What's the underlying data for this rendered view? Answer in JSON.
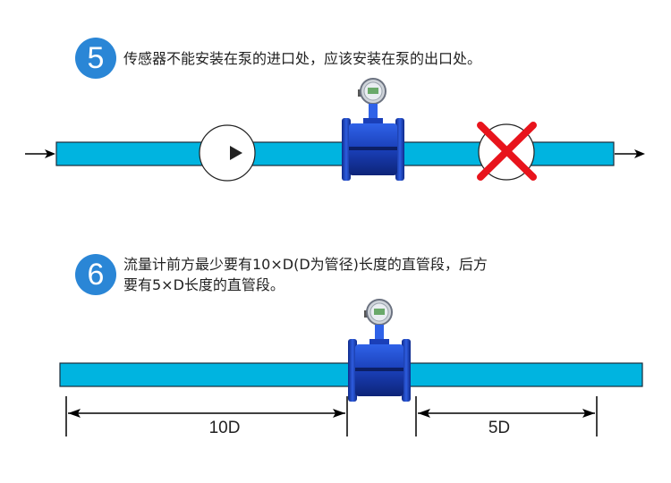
{
  "steps": [
    {
      "number": "5",
      "text": "传感器不能安装在泵的进口处，应该安装在泵的出口处。"
    },
    {
      "number": "6",
      "text": "流量计前方最少要有10×D(D为管径)长度的直管段，后方\n要有5×D长度的直管段。"
    }
  ],
  "dimensions": {
    "upstream": "10D",
    "downstream": "5D"
  },
  "colors": {
    "pipe": "#00b4e0",
    "meter_body": "#1a3fb8",
    "badge": "#2a86d6",
    "cross": "#e8141c"
  },
  "icons": {
    "pump": "pump-icon",
    "forbidden": "cross-icon",
    "meter": "flowmeter-icon"
  }
}
